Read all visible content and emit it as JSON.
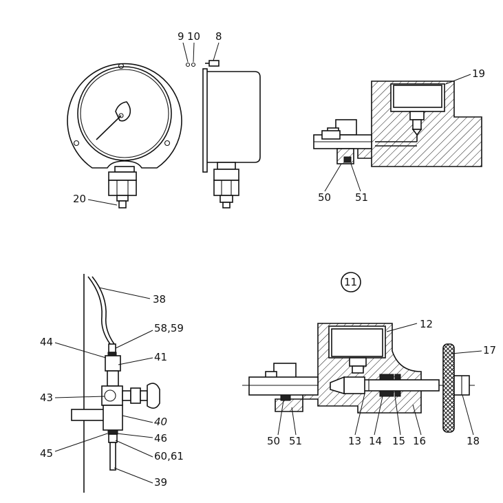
{
  "labels": {
    "l9": "9",
    "l10": "10",
    "l8": "8",
    "l19": "19",
    "l20": "20",
    "l50a": "50",
    "l51a": "51",
    "l11": "11",
    "l38": "38",
    "l58_59": "58,59",
    "l44": "44",
    "l41": "41",
    "l43": "43",
    "l40": "40",
    "l45": "45",
    "l46": "46",
    "l60_61": "60,61",
    "l39": "39",
    "l12": "12",
    "l17": "17",
    "l50b": "50",
    "l51b": "51",
    "l13": "13",
    "l14": "14",
    "l15": "15",
    "l16": "16",
    "l18": "18"
  }
}
